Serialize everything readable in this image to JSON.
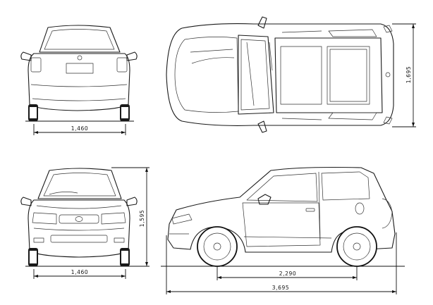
{
  "dimensions": {
    "rear_track": "1,460",
    "front_track": "1,460",
    "overall_width": "1,695",
    "overall_height": "1,595",
    "wheelbase": "2,290",
    "overall_length": "3,695"
  }
}
